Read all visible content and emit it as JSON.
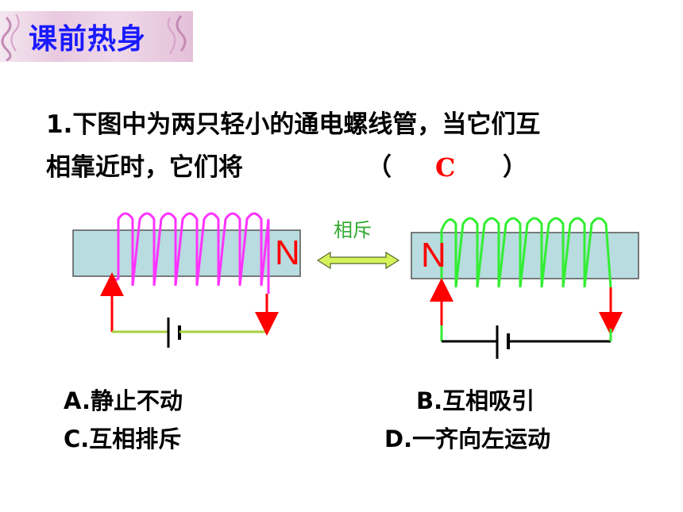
{
  "header": {
    "title": "课前热身"
  },
  "question": {
    "line1": "1.下图中为两只轻小的通电螺线管，当它们互",
    "line2": "相靠近时，它们将",
    "paren_open": "（",
    "answer": "C",
    "paren_close": "）"
  },
  "diagram": {
    "left_pole": "N",
    "right_pole": "N",
    "arrow_label": "相斥",
    "colors": {
      "core": "#b8dcdf",
      "left_coil": "#ff33ff",
      "right_coil": "#33ee33",
      "pole_text": "#ff0000",
      "arrow_fill": "#d6f25a",
      "arrow_label": "#33aa33"
    }
  },
  "options": {
    "a": "A.静止不动",
    "b": "B.互相吸引",
    "c": "C.互相排斥",
    "d": "D.一齐向左运动"
  }
}
